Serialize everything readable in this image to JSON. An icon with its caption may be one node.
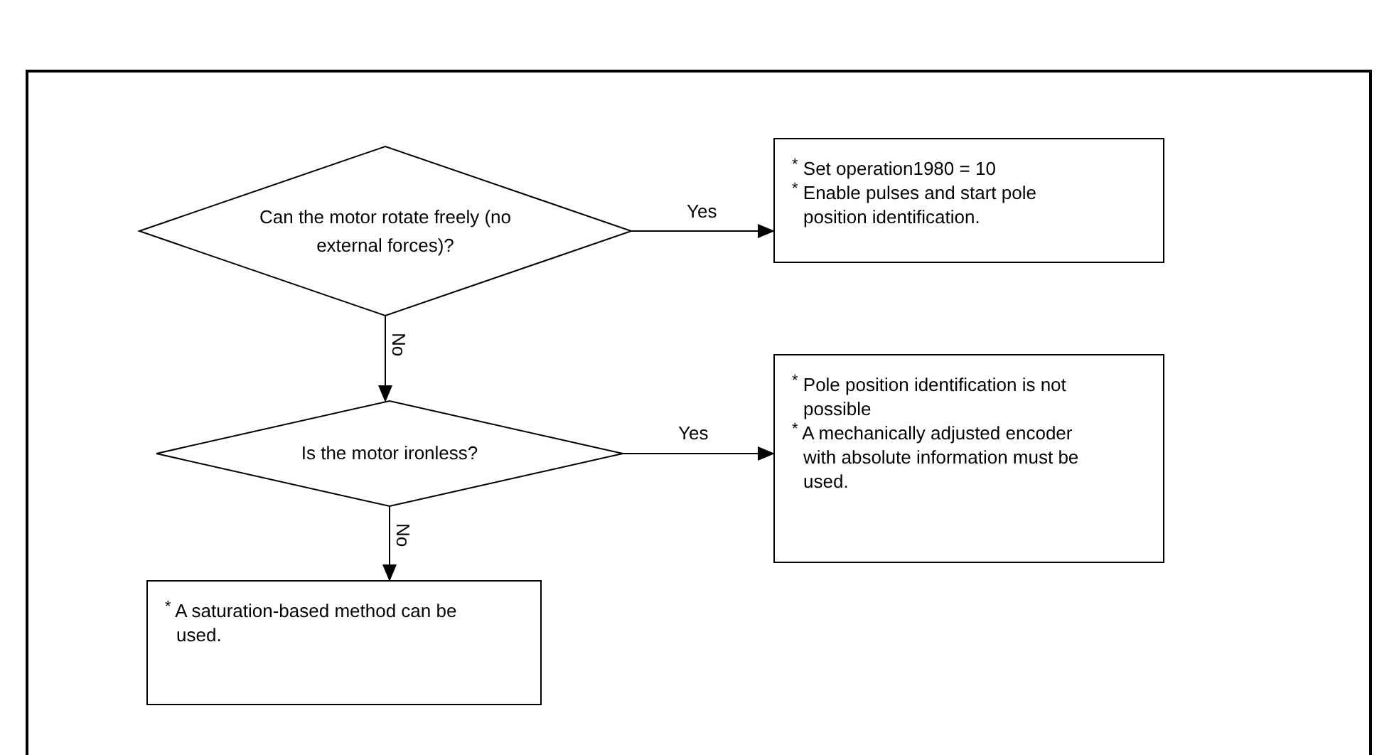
{
  "diagram": {
    "nodes": [
      {
        "text": [
          "Can the motor rotate freely (no external forces)?"
        ]
      },
      {
        "text": [
          "$^{*}$ Set operation1980 = 10",
          "$^{*}$ Enable pulses and start pole position identification."
        ]
      },
      {
        "text": [
          "Is the motor ironless?"
        ]
      },
      {
        "text": [
          "$^{*}$ Pole position identification is not possible",
          "$^{*}$ A mechanically adjusted encoder with absolute information must be used."
        ]
      },
      {
        "text": [
          "$^{*}$ A saturation-based method can be used."
        ]
      }
    ],
    "edges": [
      {
        "from": 0,
        "to": 1,
        "arrow": "to",
        "label": "Yes"
      },
      {
        "from": 0,
        "to": 2,
        "arrow": "to",
        "label": "No"
      },
      {
        "from": 2,
        "to": 3,
        "arrow": "to",
        "label": "Yes"
      },
      {
        "from": 2,
        "to": 4,
        "arrow": "to",
        "label": "No"
      }
    ]
  }
}
